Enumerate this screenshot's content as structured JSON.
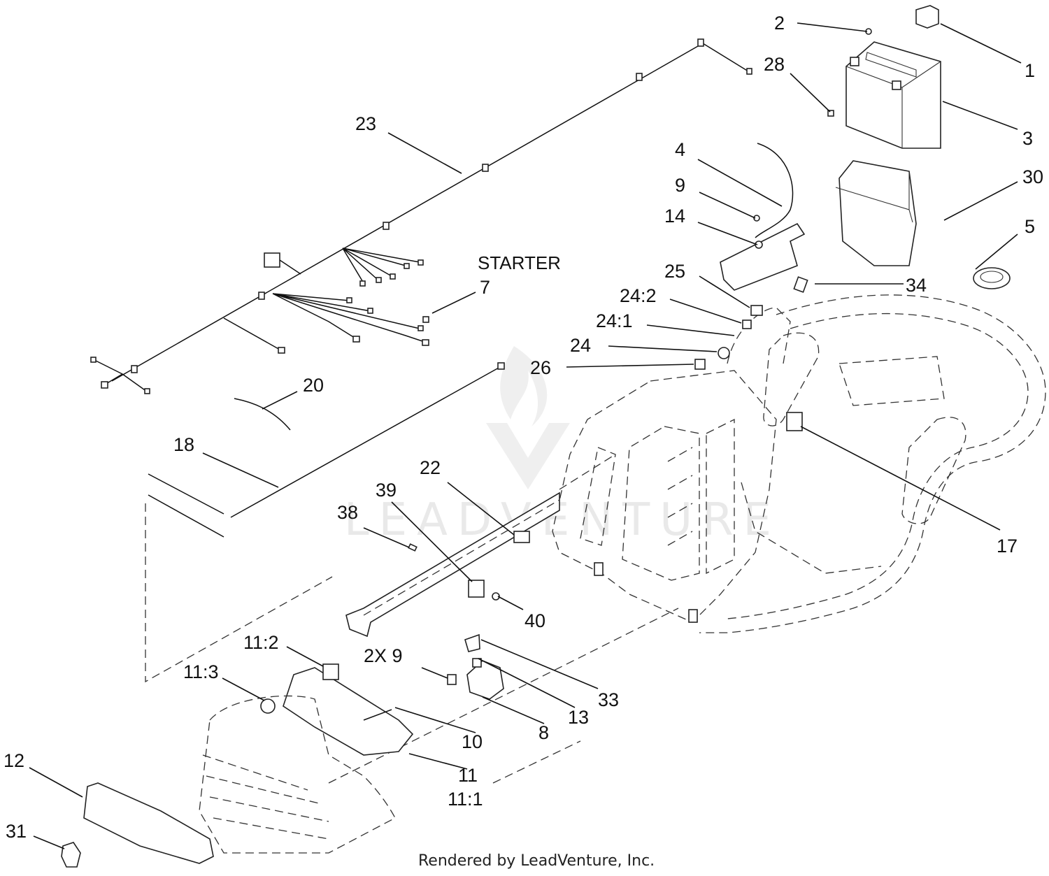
{
  "callouts": [
    {
      "id": "c1",
      "text": "1"
    },
    {
      "id": "c2",
      "text": "2"
    },
    {
      "id": "c3",
      "text": "3"
    },
    {
      "id": "c4",
      "text": "4"
    },
    {
      "id": "c5",
      "text": "5"
    },
    {
      "id": "c7",
      "text": "7"
    },
    {
      "id": "c8",
      "text": "8"
    },
    {
      "id": "c9",
      "text": "9"
    },
    {
      "id": "c10",
      "text": "10"
    },
    {
      "id": "c11",
      "text": "11"
    },
    {
      "id": "c11_1",
      "text": "11:1"
    },
    {
      "id": "c11_2",
      "text": "11:2"
    },
    {
      "id": "c11_3",
      "text": "11:3"
    },
    {
      "id": "c12",
      "text": "12"
    },
    {
      "id": "c13",
      "text": "13"
    },
    {
      "id": "c14",
      "text": "14"
    },
    {
      "id": "c17",
      "text": "17"
    },
    {
      "id": "c18",
      "text": "18"
    },
    {
      "id": "c20",
      "text": "20"
    },
    {
      "id": "c22",
      "text": "22"
    },
    {
      "id": "c23",
      "text": "23"
    },
    {
      "id": "c24",
      "text": "24"
    },
    {
      "id": "c24_1",
      "text": "24:1"
    },
    {
      "id": "c24_2",
      "text": "24:2"
    },
    {
      "id": "c25",
      "text": "25"
    },
    {
      "id": "c26",
      "text": "26"
    },
    {
      "id": "c28",
      "text": "28"
    },
    {
      "id": "c2x9",
      "text": "2X 9"
    },
    {
      "id": "c30",
      "text": "30"
    },
    {
      "id": "c31",
      "text": "31"
    },
    {
      "id": "c33",
      "text": "33"
    },
    {
      "id": "c34",
      "text": "34"
    },
    {
      "id": "c38",
      "text": "38"
    },
    {
      "id": "c39",
      "text": "39"
    },
    {
      "id": "c40",
      "text": "40"
    }
  ],
  "starter_label": "STARTER",
  "footer": "Rendered by LeadVenture, Inc.",
  "watermark": "LEADVENTURE",
  "colors": {
    "line": "#111111",
    "background": "#ffffff",
    "watermark": "#e9e9e9"
  }
}
